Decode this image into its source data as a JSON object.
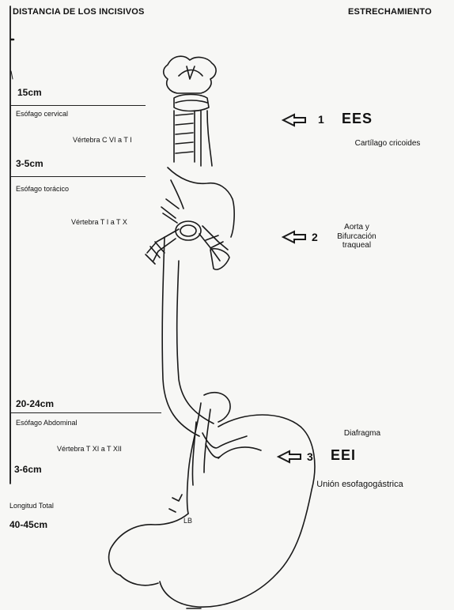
{
  "header": {
    "left": "DISTANCIA DE LOS INCISIVOS",
    "right": "ESTRECHAMIENTO"
  },
  "incisor_distance": "15cm",
  "segments": [
    {
      "title": "Esófago cervical",
      "vertebra": "Vértebra C VI a T I",
      "length": "3-5cm"
    },
    {
      "title": "Esófago torácico",
      "vertebra": "Vértebra  T I a T X",
      "length": "20-24cm"
    },
    {
      "title": "Esófago Abdominal",
      "vertebra": "Vértebra T XI a T XII",
      "length": "3-6cm"
    }
  ],
  "total": {
    "label": "Longitud Total",
    "value": "40-45cm"
  },
  "narrowings": [
    {
      "number": "1",
      "name": "EES",
      "description": "Cartílago cricoides"
    },
    {
      "number": "2",
      "name": "",
      "description": "Aorta y Bifurcación traqueal"
    },
    {
      "number": "3",
      "name": "EEI",
      "above": "Diafragma",
      "description": "Unión esofagogástrica"
    }
  ]
}
